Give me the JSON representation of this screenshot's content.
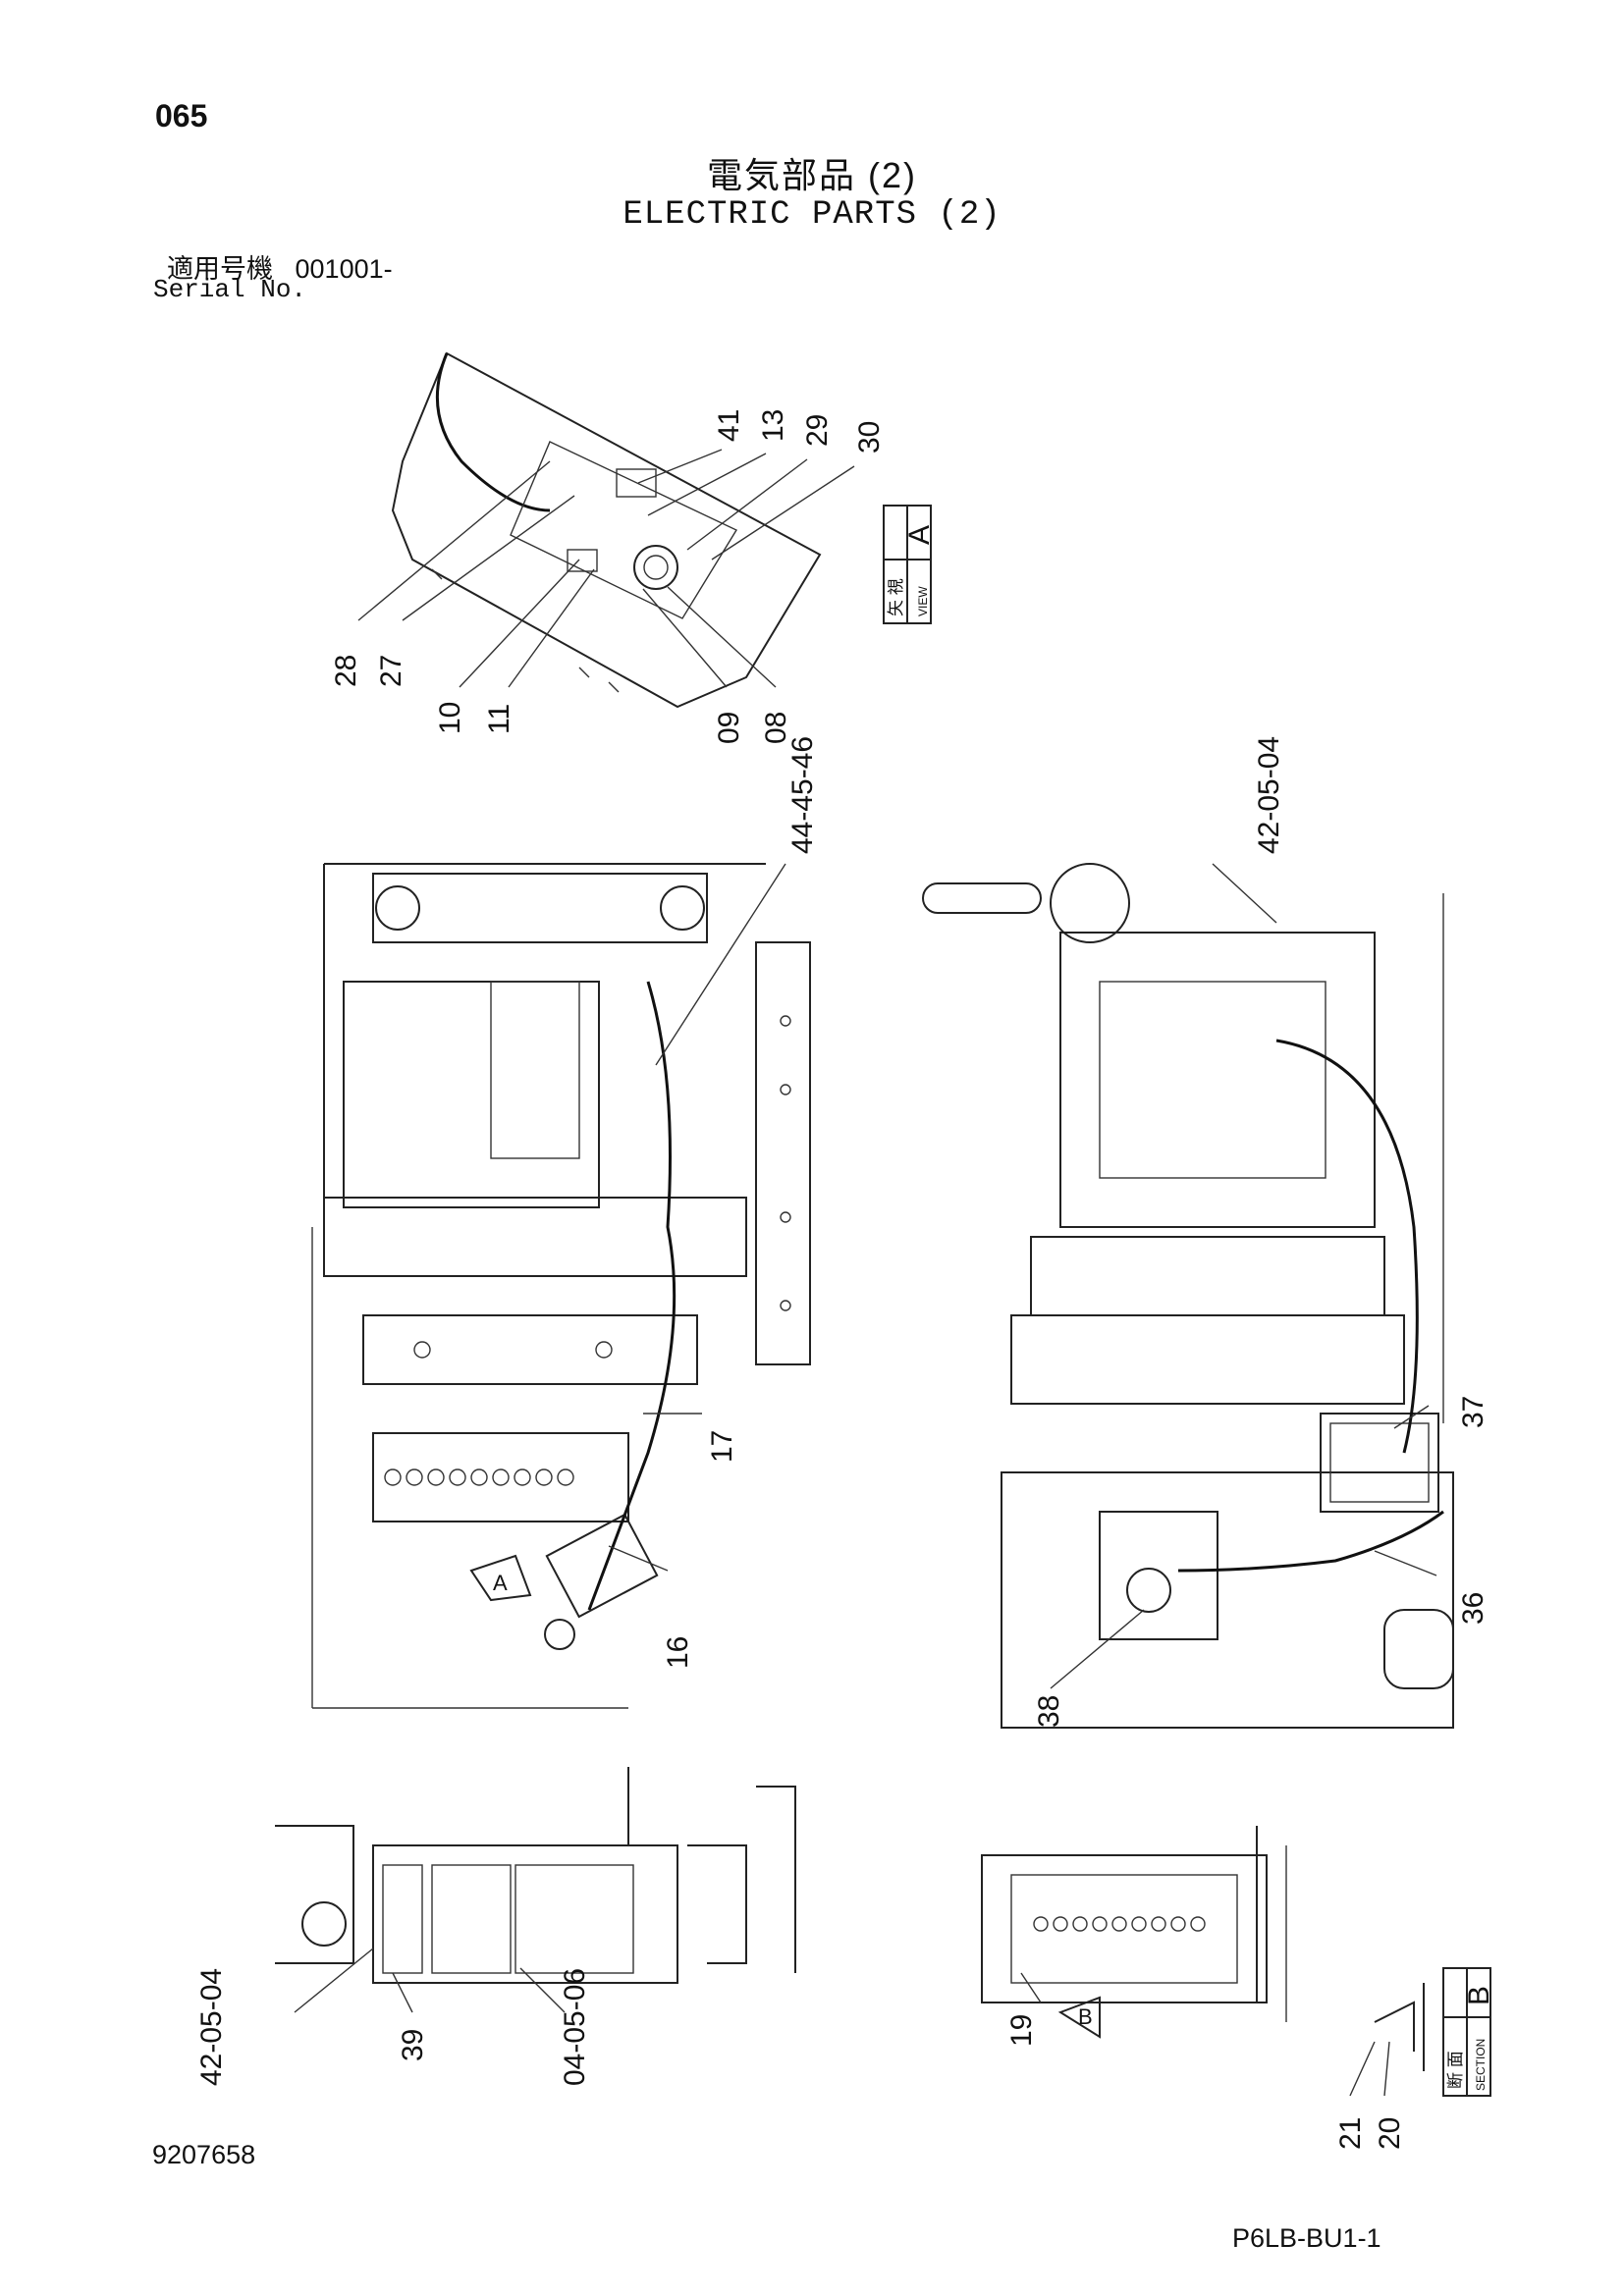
{
  "header": {
    "page_number": "065",
    "title_jp": "電気部品 (2)",
    "title_en": "ELECTRIC PARTS (2)",
    "serial_label_jp": "適用号機",
    "serial_value": "001001-",
    "serial_label_en": "Serial No."
  },
  "views": {
    "view_a": {
      "jp": "矢 視",
      "en": "VIEW",
      "letter": "A"
    },
    "section_b": {
      "jp": "断 面",
      "en": "SECTION",
      "letter": "B"
    }
  },
  "section_arrows": {
    "a": "A",
    "b": "B"
  },
  "callouts": {
    "top": [
      "41",
      "13",
      "29",
      "30",
      "28",
      "27",
      "10",
      "11",
      "09",
      "08"
    ],
    "middle_left": [
      "44-45-46",
      "17",
      "16"
    ],
    "middle_right": [
      "42-05-04",
      "37",
      "36",
      "38"
    ],
    "bottom_left": [
      "42-05-04",
      "39",
      "04-05-06"
    ],
    "bottom_right": [
      "19",
      "21",
      "20"
    ]
  },
  "footer": {
    "document_number": "9207658",
    "figure_code": "P6LB-BU1-1"
  }
}
